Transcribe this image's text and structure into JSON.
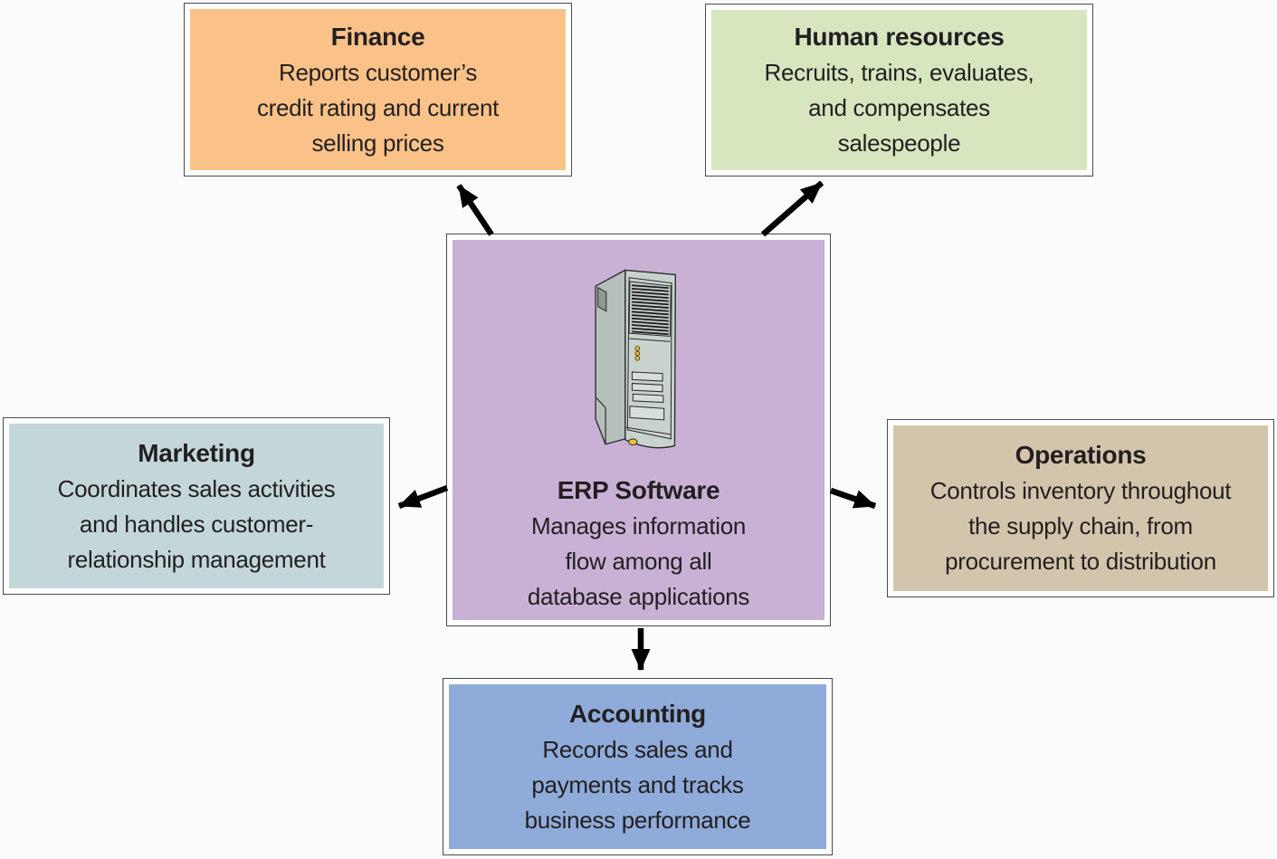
{
  "page": {
    "background": "#FBFBFB",
    "text_color": "#231F20",
    "box_border_color": "#4A4B4D",
    "arrow_color": "#000000"
  },
  "center": {
    "id": "erp-software",
    "title": "ERP Software",
    "body_lines": [
      "Manages information",
      "flow among all",
      "database applications"
    ],
    "fill": "#C9B1D6",
    "icon": "server-tower-icon"
  },
  "nodes": [
    {
      "id": "finance",
      "title": "Finance",
      "body_lines": [
        "Reports customer’s",
        "credit rating and current",
        "selling prices"
      ],
      "fill": "#FAC288"
    },
    {
      "id": "human-resources",
      "title": "Human resources",
      "body_lines": [
        "Recruits, trains, evaluates,",
        "and compensates",
        "salespeople"
      ],
      "fill": "#D7E6BF"
    },
    {
      "id": "marketing",
      "title": "Marketing",
      "body_lines": [
        "Coordinates sales activities",
        "and handles customer-",
        "relationship management"
      ],
      "fill": "#C3D7DA"
    },
    {
      "id": "operations",
      "title": "Operations",
      "body_lines": [
        "Controls inventory throughout",
        "the supply chain, from",
        "procurement to distribution"
      ],
      "fill": "#D3C5AC"
    },
    {
      "id": "accounting",
      "title": "Accounting",
      "body_lines": [
        "Records sales and",
        "payments and tracks",
        "business performance"
      ],
      "fill": "#8FABDA"
    }
  ],
  "arrows": [
    {
      "from": "erp-software",
      "to": "finance"
    },
    {
      "from": "erp-software",
      "to": "human-resources"
    },
    {
      "from": "erp-software",
      "to": "marketing"
    },
    {
      "from": "erp-software",
      "to": "operations"
    },
    {
      "from": "erp-software",
      "to": "accounting"
    }
  ]
}
